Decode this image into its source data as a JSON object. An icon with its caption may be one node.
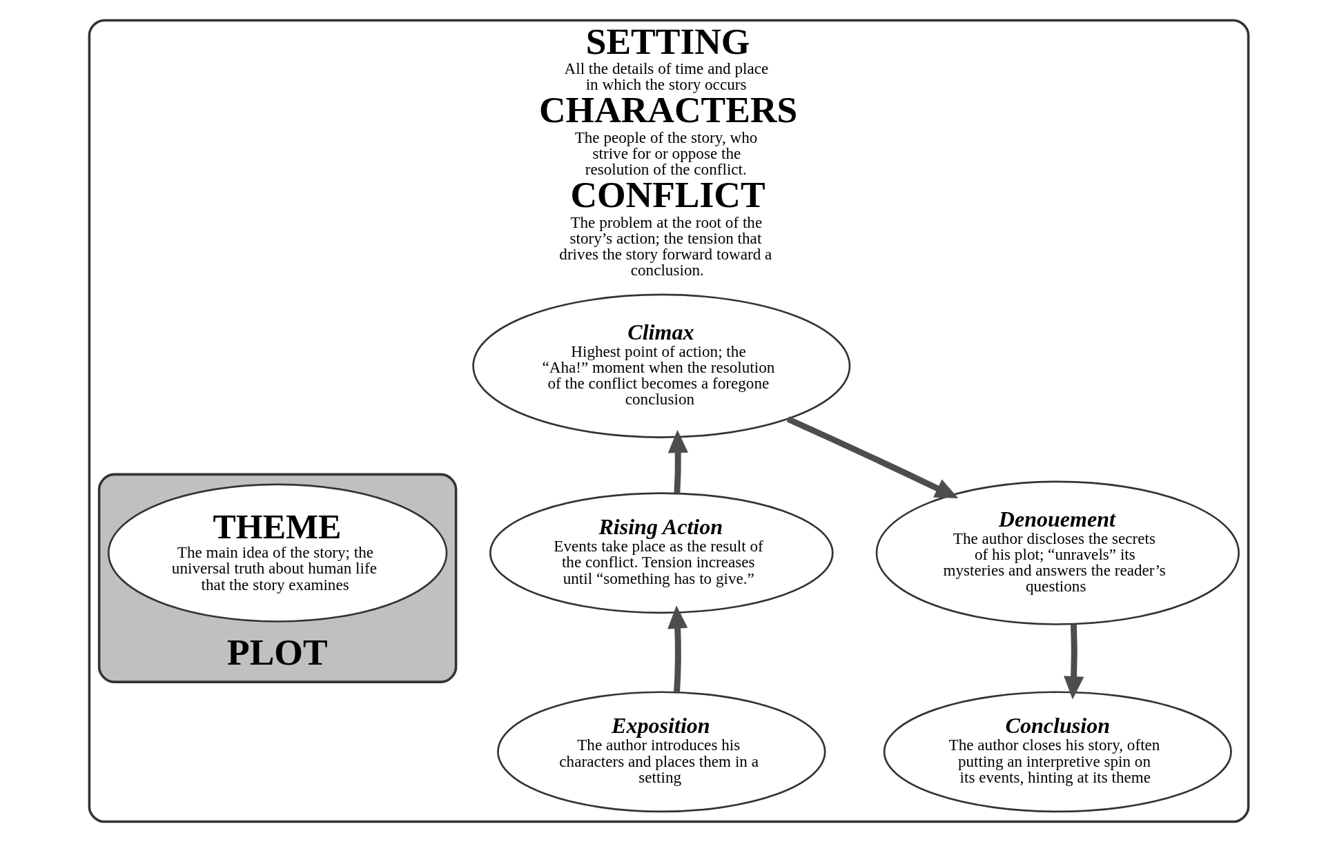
{
  "diagram": {
    "nodes": [
      {
        "text": [
          "SETTING",
          "All the details of time and place in which the story occurs",
          "CHARACTERS",
          "The people of the story, who strive for or oppose the resolution of the conflict.",
          "CONFLICT",
          "The problem at the root of the story’s action; the tension that drives the story forward toward a conclusion."
        ]
      },
      {
        "text": [
          "PLOT"
        ],
        "in": 0
      },
      {
        "text": [
          "Climax",
          "Highest point of action; the “Aha!” moment when the resolution of the conflict becomes a foregone conclusion"
        ],
        "in": 0
      },
      {
        "text": [
          "Rising Action",
          "Events take place as the result of the conflict. Tension increases until “something has to give.”"
        ],
        "in": 0
      },
      {
        "text": [
          "Denouement",
          "The author discloses the secrets of his plot; “unravels” its mysteries and answers the reader’s questions"
        ],
        "in": 0
      },
      {
        "text": [
          "THEME",
          "The main idea of the story; the universal truth about human life that the story examines"
        ],
        "in": 1
      },
      {
        "text": [
          "Exposition",
          "The author introduces his characters and places them in a setting"
        ],
        "in": 0
      },
      {
        "text": [
          "Conclusion",
          "The author closes his story, often putting an interpretive spin on its events, hinting at its theme"
        ],
        "in": 0
      }
    ],
    "edges": [
      {
        "from": 6,
        "to": 3,
        "arrow": "to"
      },
      {
        "from": 3,
        "to": 2,
        "arrow": "to"
      },
      {
        "from": 2,
        "to": 4,
        "arrow": "to"
      },
      {
        "from": 4,
        "to": 7,
        "arrow": "to"
      }
    ]
  }
}
